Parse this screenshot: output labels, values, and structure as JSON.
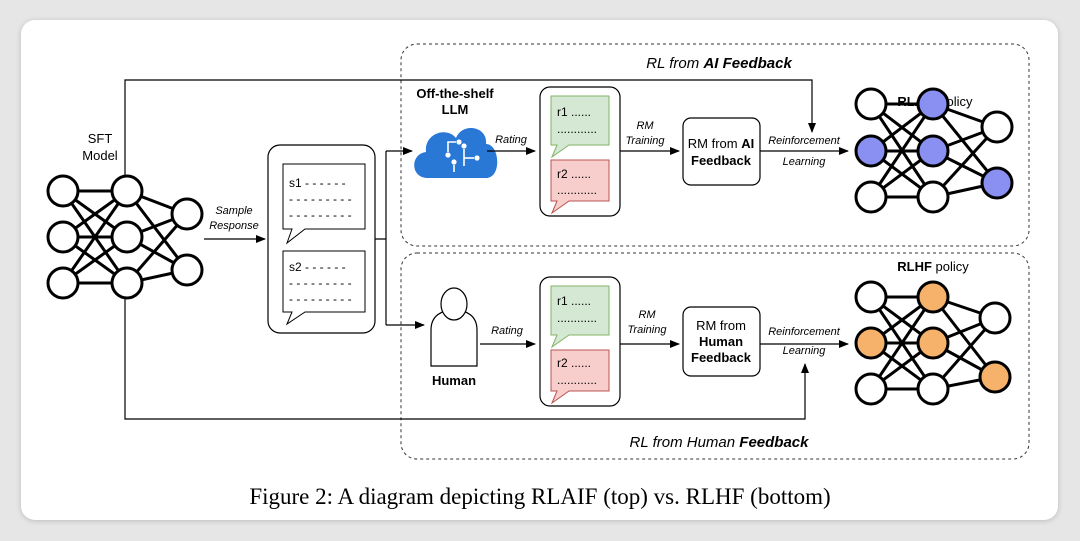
{
  "sft": {
    "line1": "SFT",
    "line2": "Model"
  },
  "sample": {
    "line1": "Sample",
    "line2": "Response"
  },
  "responses": {
    "s1": "s1 - - - - - -",
    "s2": "s2 - - - - - -",
    "dashes": "- - - - - - - - -"
  },
  "top": {
    "section_title_prefix": "RL from ",
    "section_title_bold": "AI Feedback",
    "llm_line1": "Off-the-shelf",
    "llm_line2": "LLM",
    "rating": "Rating",
    "r1": "r1 ......",
    "r2": "r2 ......",
    "dots": "............",
    "rm_training_1": "RM",
    "rm_training_2": "Training",
    "rm_box_1a": "RM from ",
    "rm_box_1b": "AI",
    "rm_box_2": "Feedback",
    "rl_1": "Reinforcement",
    "rl_2": "Learning",
    "policy_bold": "RLAIF",
    "policy_rest": " policy",
    "node_color": "#8a8ff2"
  },
  "bottom": {
    "section_title_prefix": "RL from Human ",
    "section_title_bold": "Feedback",
    "human": "Human",
    "rating": "Rating",
    "r1": "r1 ......",
    "r2": "r2 ......",
    "dots": "............",
    "rm_training_1": "RM",
    "rm_training_2": "Training",
    "rm_box_1": "RM from",
    "rm_box_2": "Human",
    "rm_box_3": "Feedback",
    "rl_1": "Reinforcement",
    "rl_2": "Learning",
    "policy_bold": "RLHF",
    "policy_rest": " policy",
    "node_color": "#f6b26b"
  },
  "colors": {
    "r1_fill": "#d5e8d4",
    "r1_stroke": "#82b366",
    "r2_fill": "#f8cecc",
    "r2_stroke": "#b85450",
    "cloud": "#2a78d6"
  },
  "caption": "Figure 2:  A diagram depicting RLAIF (top) vs. RLHF (bottom)"
}
